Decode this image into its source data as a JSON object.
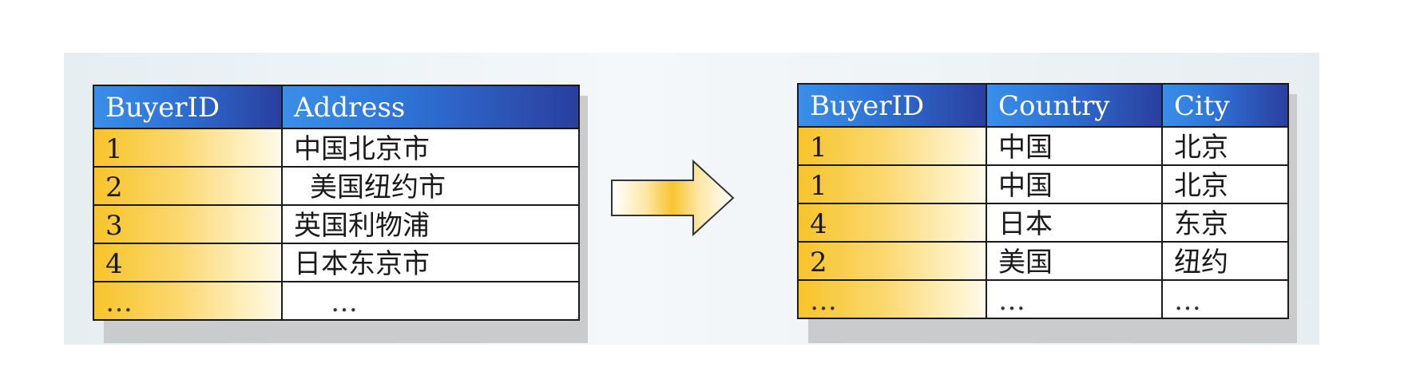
{
  "left_table": {
    "headers": [
      "BuyerID",
      "Address"
    ],
    "rows": [
      [
        "1",
        "中国北京市"
      ],
      [
        "2",
        "美国纽约市"
      ],
      [
        "3",
        "英国利物浦"
      ],
      [
        "4",
        "日本东京市"
      ],
      [
        "…",
        "…"
      ]
    ]
  },
  "right_table": {
    "headers": [
      "BuyerID",
      "Country",
      "City"
    ],
    "rows": [
      [
        "1",
        "中国",
        "北京"
      ],
      [
        "1",
        "中国",
        "北京"
      ],
      [
        "4",
        "日本",
        "东京"
      ],
      [
        "2",
        "美国",
        "纽约"
      ],
      [
        "…",
        "…",
        "…"
      ]
    ]
  },
  "colors": {
    "header_blue": "#2f74d8",
    "id_gold": "#f7c42b",
    "border": "#1a1a1a"
  },
  "icons": {
    "transform_arrow": "right-arrow-icon"
  }
}
